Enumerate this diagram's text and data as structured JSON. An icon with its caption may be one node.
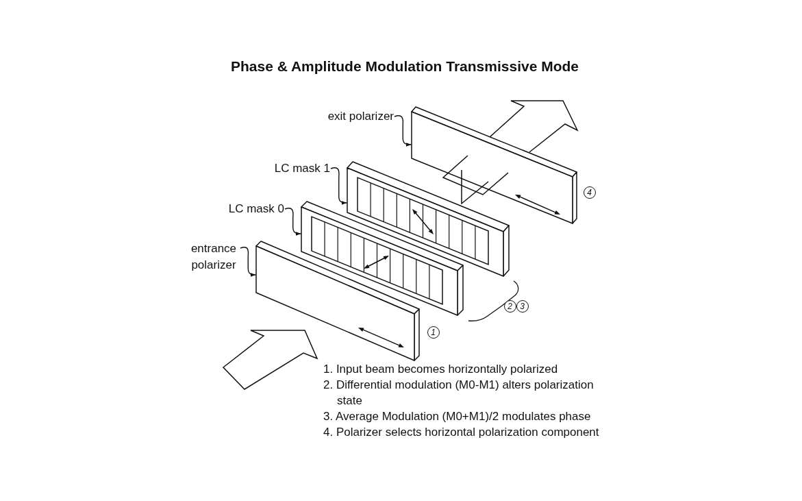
{
  "diagram": {
    "title": "Phase & Amplitude Modulation Transmissive Mode",
    "nodes": [
      {
        "text": [
          "exit polarizer"
        ]
      },
      {
        "text": [],
        "shape": "box"
      },
      {
        "text": [
          "LC mask 1"
        ]
      },
      {
        "text": [],
        "shape": "box"
      },
      {
        "text": [
          "LC mask 0"
        ]
      },
      {
        "text": [],
        "shape": "box"
      },
      {
        "text": [
          "entrance polarizer"
        ]
      },
      {
        "text": [],
        "shape": "box"
      }
    ],
    "edges": [
      {
        "from": 0,
        "to": 1,
        "arrow": "to"
      },
      {
        "from": 2,
        "to": 3,
        "arrow": "to"
      },
      {
        "from": 4,
        "to": 5,
        "arrow": "to"
      },
      {
        "from": 6,
        "to": 7,
        "arrow": "to"
      }
    ],
    "labels": [
      "4",
      "2",
      "3",
      "1",
      "1. Input beam becomes horizontally polarized",
      "2. Differential modulation (M0-M1) alters polarization state",
      "3. Average Modulation (M0+M1)/2 modulates phase",
      "4. Polarizer selects horizontal polarization component"
    ]
  }
}
